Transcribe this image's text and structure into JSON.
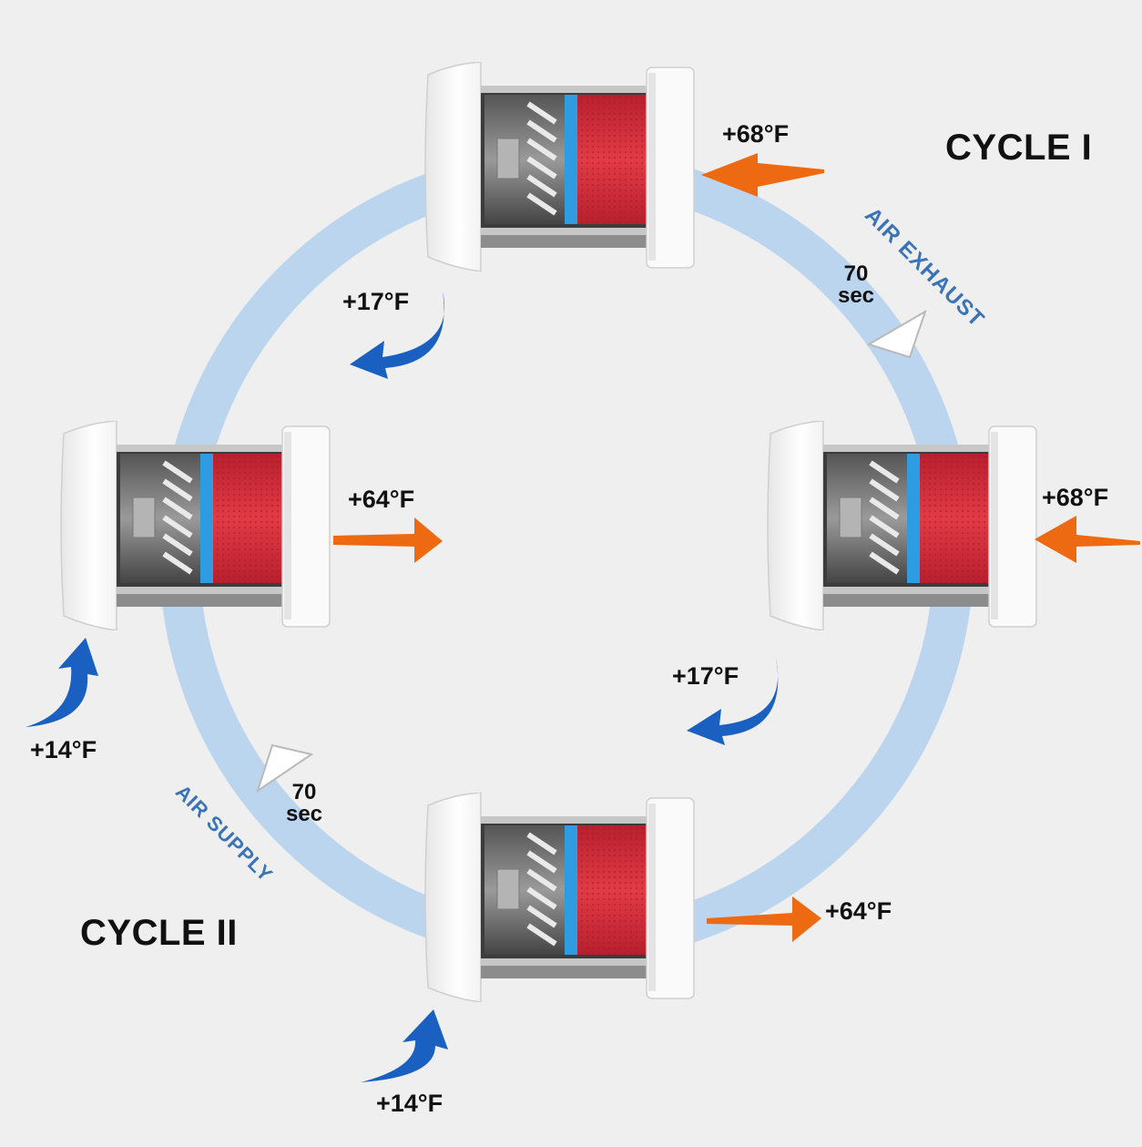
{
  "cycles": {
    "cycle_1": "CYCLE I",
    "cycle_2": "CYCLE II"
  },
  "flows": {
    "air_exhaust": "AIR EXHAUST",
    "air_supply": "AIR SUPPLY"
  },
  "timers": {
    "exhaust": {
      "value": "70",
      "unit": "sec"
    },
    "supply": {
      "value": "70",
      "unit": "sec"
    }
  },
  "units": {
    "top": {
      "indoor_temp": "+68°F",
      "outdoor_temp": "+17°F"
    },
    "right": {
      "indoor_temp": "+68°F",
      "outdoor_temp": "+17°F"
    },
    "left": {
      "supply_temp": "+64°F",
      "outdoor_temp": "+14°F"
    },
    "bottom": {
      "supply_temp": "+64°F",
      "outdoor_temp": "+14°F"
    }
  },
  "colors": {
    "background": "#efefef",
    "ring": "#bcd5ee",
    "warm_arrow": "#ee6a12",
    "cold_arrow": "#1a60c0",
    "filter_red": "#d8303c",
    "filter_blue": "#2f9be0",
    "housing": "#f8f8f8",
    "flow_text": "#3a73b6"
  }
}
